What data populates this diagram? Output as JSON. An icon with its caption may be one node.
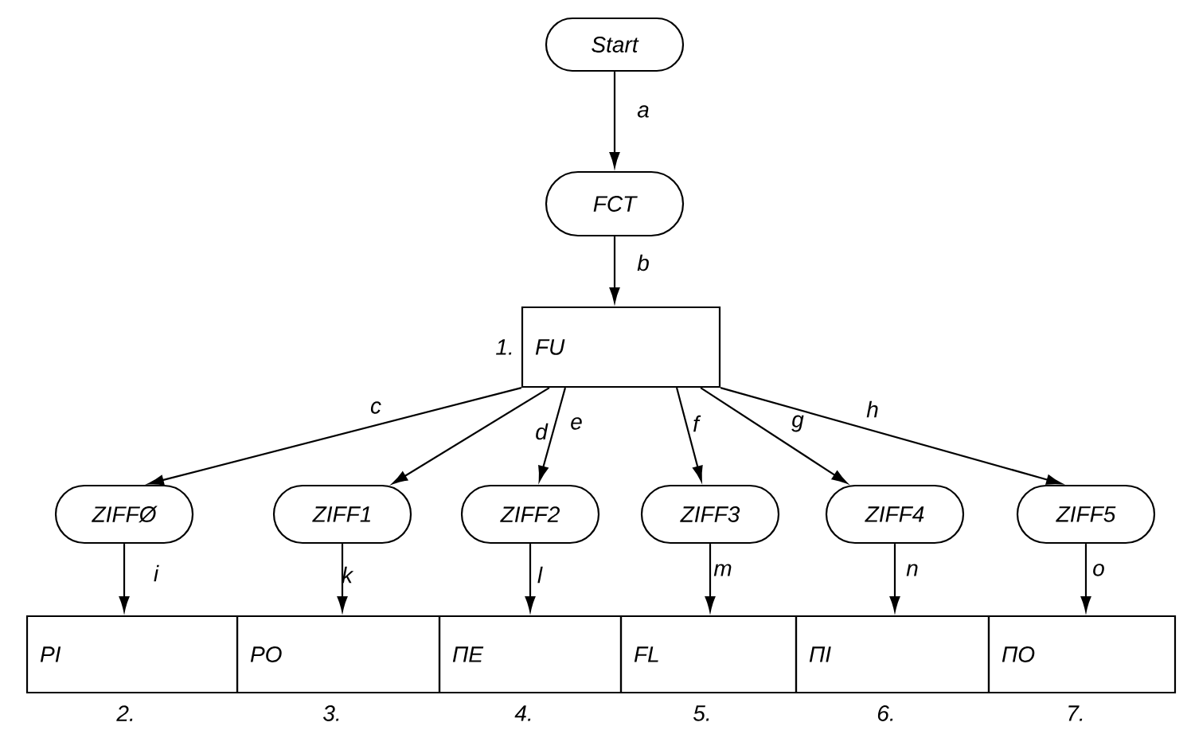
{
  "diagram": {
    "nodes": [
      {
        "text": [
          "Start"
        ]
      },
      {
        "text": [
          "FCT"
        ]
      },
      {
        "text": [
          "FU"
        ],
        "beside": [
          "1."
        ]
      },
      {
        "text": [
          "ZIFFØ"
        ]
      },
      {
        "text": [
          "ZIFF1"
        ]
      },
      {
        "text": [
          "ZIFF2"
        ]
      },
      {
        "text": [
          "ZIFF3"
        ]
      },
      {
        "text": [
          "ZIFF4"
        ]
      },
      {
        "text": [
          "ZIFF5"
        ]
      },
      {
        "text": [
          "PI"
        ],
        "beside": [
          "2."
        ]
      },
      {
        "text": [
          "PO"
        ],
        "beside": [
          "3."
        ]
      },
      {
        "text": [
          "ПE"
        ],
        "beside": [
          "4."
        ]
      },
      {
        "text": [
          "FL"
        ],
        "beside": [
          "5."
        ]
      },
      {
        "text": [
          "ПI"
        ],
        "beside": [
          "6."
        ]
      },
      {
        "text": [
          "ПO"
        ],
        "beside": [
          "7."
        ]
      }
    ],
    "edges": [
      {
        "from": 0,
        "to": 1,
        "arrow": "to",
        "label": "a"
      },
      {
        "from": 1,
        "to": 2,
        "arrow": "to",
        "label": "b"
      },
      {
        "from": 2,
        "to": 3,
        "arrow": "to",
        "label": "c"
      },
      {
        "from": 2,
        "to": 4,
        "arrow": "to",
        "label": "d"
      },
      {
        "from": 2,
        "to": 5,
        "arrow": "to",
        "label": "e"
      },
      {
        "from": 2,
        "to": 6,
        "arrow": "to",
        "label": "f"
      },
      {
        "from": 2,
        "to": 7,
        "arrow": "to",
        "label": "g"
      },
      {
        "from": 2,
        "to": 8,
        "arrow": "to",
        "label": "h"
      },
      {
        "from": 3,
        "to": 9,
        "arrow": "to",
        "label": "i"
      },
      {
        "from": 4,
        "to": 10,
        "arrow": "to",
        "label": "k"
      },
      {
        "from": 5,
        "to": 11,
        "arrow": "to",
        "label": "l"
      },
      {
        "from": 6,
        "to": 12,
        "arrow": "to",
        "label": "m"
      },
      {
        "from": 7,
        "to": 13,
        "arrow": "to",
        "label": "n"
      },
      {
        "from": 8,
        "to": 14,
        "arrow": "to",
        "label": "o"
      }
    ]
  }
}
